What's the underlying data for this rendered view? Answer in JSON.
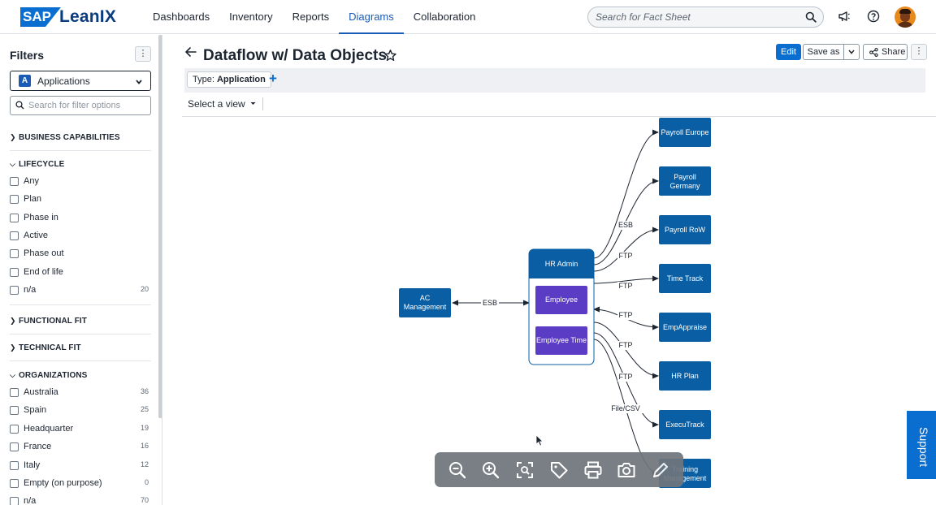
{
  "header": {
    "logo_sap": "SAP",
    "logo_product": "LeanIX",
    "nav": [
      {
        "label": "Dashboards",
        "active": false
      },
      {
        "label": "Inventory",
        "active": false
      },
      {
        "label": "Reports",
        "active": false
      },
      {
        "label": "Diagrams",
        "active": true
      },
      {
        "label": "Collaboration",
        "active": false
      }
    ],
    "search_placeholder": "Search for Fact Sheet",
    "icons": [
      "search-icon",
      "megaphone-icon",
      "help-icon",
      "avatar"
    ]
  },
  "sidebar": {
    "title": "Filters",
    "type_badge": "A",
    "type_label": "Applications",
    "search_placeholder": "Search for filter options",
    "sections": {
      "business_capabilities": "BUSINESS CAPABILITIES",
      "lifecycle": "LIFECYCLE",
      "functional_fit": "FUNCTIONAL FIT",
      "technical_fit": "TECHNICAL FIT",
      "organizations": "ORGANIZATIONS"
    },
    "lifecycle_options": [
      {
        "label": "Any",
        "count": ""
      },
      {
        "label": "Plan",
        "count": ""
      },
      {
        "label": "Phase in",
        "count": ""
      },
      {
        "label": "Active",
        "count": ""
      },
      {
        "label": "Phase out",
        "count": ""
      },
      {
        "label": "End of life",
        "count": ""
      },
      {
        "label": "n/a",
        "count": "20"
      }
    ],
    "organization_options": [
      {
        "label": "Australia",
        "count": "36"
      },
      {
        "label": "Spain",
        "count": "25"
      },
      {
        "label": "Headquarter",
        "count": "19"
      },
      {
        "label": "France",
        "count": "16"
      },
      {
        "label": "Italy",
        "count": "12"
      },
      {
        "label": "Empty (on purpose)",
        "count": "0"
      },
      {
        "label": "n/a",
        "count": "70"
      }
    ]
  },
  "main": {
    "title": "Dataflow w/ Data Objects",
    "buttons": {
      "edit": "Edit",
      "save_as": "Save as",
      "share": "Share"
    },
    "filter_chip_key": "Type:",
    "filter_chip_value": "Application",
    "view_select": "Select a view"
  },
  "diagram": {
    "colors": {
      "app": "#0a5fa4",
      "data_object": "#5b3cc4",
      "container_border": "#0a5fa4"
    },
    "center": {
      "label": "HR Admin",
      "data_objects": [
        "Employee",
        "Employee Time"
      ]
    },
    "left_node": {
      "lines": [
        "AC",
        "Management"
      ],
      "edge": "ESB"
    },
    "right_nodes": [
      {
        "lines": [
          "Payroll Europe"
        ],
        "edge": ""
      },
      {
        "lines": [
          "Payroll",
          "Germany"
        ],
        "edge": "ESB"
      },
      {
        "lines": [
          "Payroll RoW"
        ],
        "edge": "FTP"
      },
      {
        "lines": [
          "Time Track"
        ],
        "edge": "FTP"
      },
      {
        "lines": [
          "EmpAppraise"
        ],
        "edge": "FTP"
      },
      {
        "lines": [
          "HR Plan"
        ],
        "edge": "FTP"
      },
      {
        "lines": [
          "ExecuTrack"
        ],
        "edge": "FTP"
      },
      {
        "lines": [
          "Training",
          "Management"
        ],
        "edge": "File/CSV"
      }
    ]
  },
  "toolbar": [
    "zoom-out-icon",
    "zoom-in-icon",
    "fit-screen-icon",
    "tag-icon",
    "print-icon",
    "camera-icon",
    "edit-icon"
  ],
  "support_label": "Support"
}
